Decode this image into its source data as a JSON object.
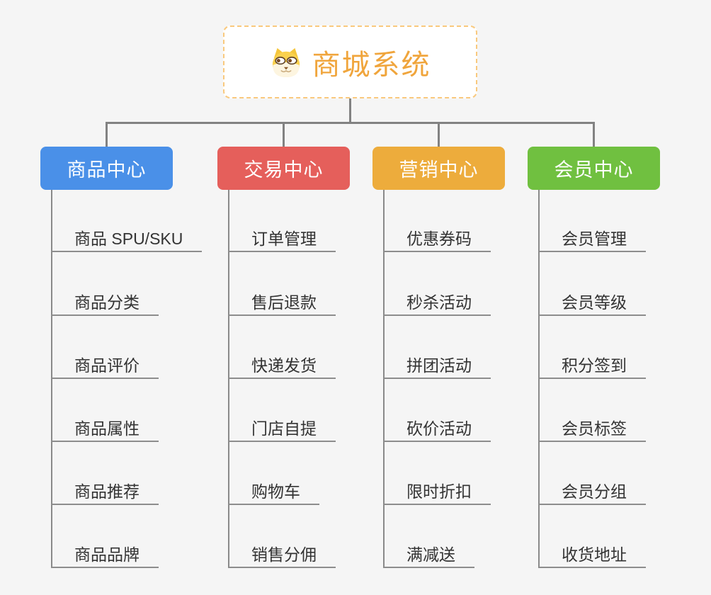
{
  "root": {
    "title": "商城系统",
    "icon": "shiba-dog-icon",
    "title_color": "#f0a53c",
    "border_color": "#f9c97e",
    "fill_color": "#ffffff"
  },
  "background_color": "#f5f5f5",
  "connector_color": "#828282",
  "underline_color": "#8d8d8d",
  "subtopic_text_color": "#333333",
  "branches": [
    {
      "id": "product-center",
      "label": "商品中心",
      "color": "#4a90e8",
      "children": [
        "商品 SPU/SKU",
        "商品分类",
        "商品评价",
        "商品属性",
        "商品推荐",
        "商品品牌"
      ]
    },
    {
      "id": "trade-center",
      "label": "交易中心",
      "color": "#e55f5b",
      "children": [
        "订单管理",
        "售后退款",
        "快递发货",
        "门店自提",
        "购物车",
        "销售分佣"
      ]
    },
    {
      "id": "marketing-center",
      "label": "营销中心",
      "color": "#edac3c",
      "children": [
        "优惠券码",
        "秒杀活动",
        "拼团活动",
        "砍价活动",
        "限时折扣",
        "满减送"
      ]
    },
    {
      "id": "member-center",
      "label": "会员中心",
      "color": "#70c040",
      "children": [
        "会员管理",
        "会员等级",
        "积分签到",
        "会员标签",
        "会员分组",
        "收货地址"
      ]
    }
  ]
}
